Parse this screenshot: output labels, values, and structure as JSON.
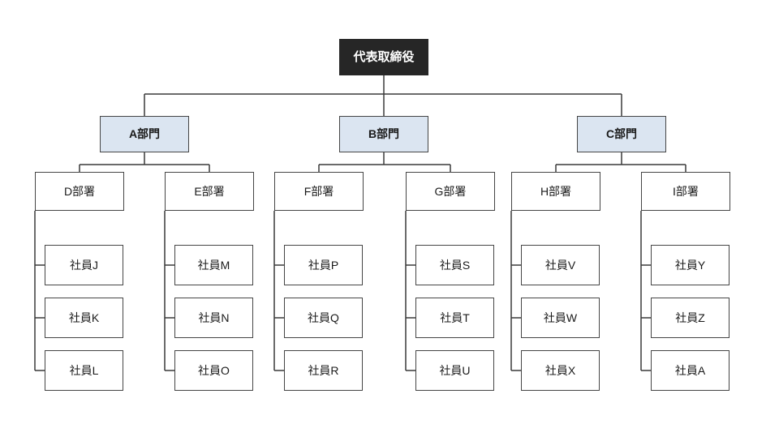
{
  "org": {
    "ceo": {
      "label": "代表取締役"
    },
    "departments": [
      {
        "label": "A部門",
        "divisions": [
          {
            "label": "D部署",
            "employees": [
              "社員J",
              "社員K",
              "社員L"
            ]
          },
          {
            "label": "E部署",
            "employees": [
              "社員M",
              "社員N",
              "社員O"
            ]
          }
        ]
      },
      {
        "label": "B部門",
        "divisions": [
          {
            "label": "F部署",
            "employees": [
              "社員P",
              "社員Q",
              "社員R"
            ]
          },
          {
            "label": "G部署",
            "employees": [
              "社員S",
              "社員T",
              "社員U"
            ]
          }
        ]
      },
      {
        "label": "C部門",
        "divisions": [
          {
            "label": "H部署",
            "employees": [
              "社員V",
              "社員W",
              "社員X"
            ]
          },
          {
            "label": "I部署",
            "employees": [
              "社員Y",
              "社員Z",
              "社員A"
            ]
          }
        ]
      }
    ]
  },
  "colors": {
    "background": "#ffffff",
    "ceo_bg": "#262626",
    "ceo_text": "#ffffff",
    "department_bg": "#dbe5f1",
    "node_border": "#454545",
    "line": "#3a3a3a"
  }
}
